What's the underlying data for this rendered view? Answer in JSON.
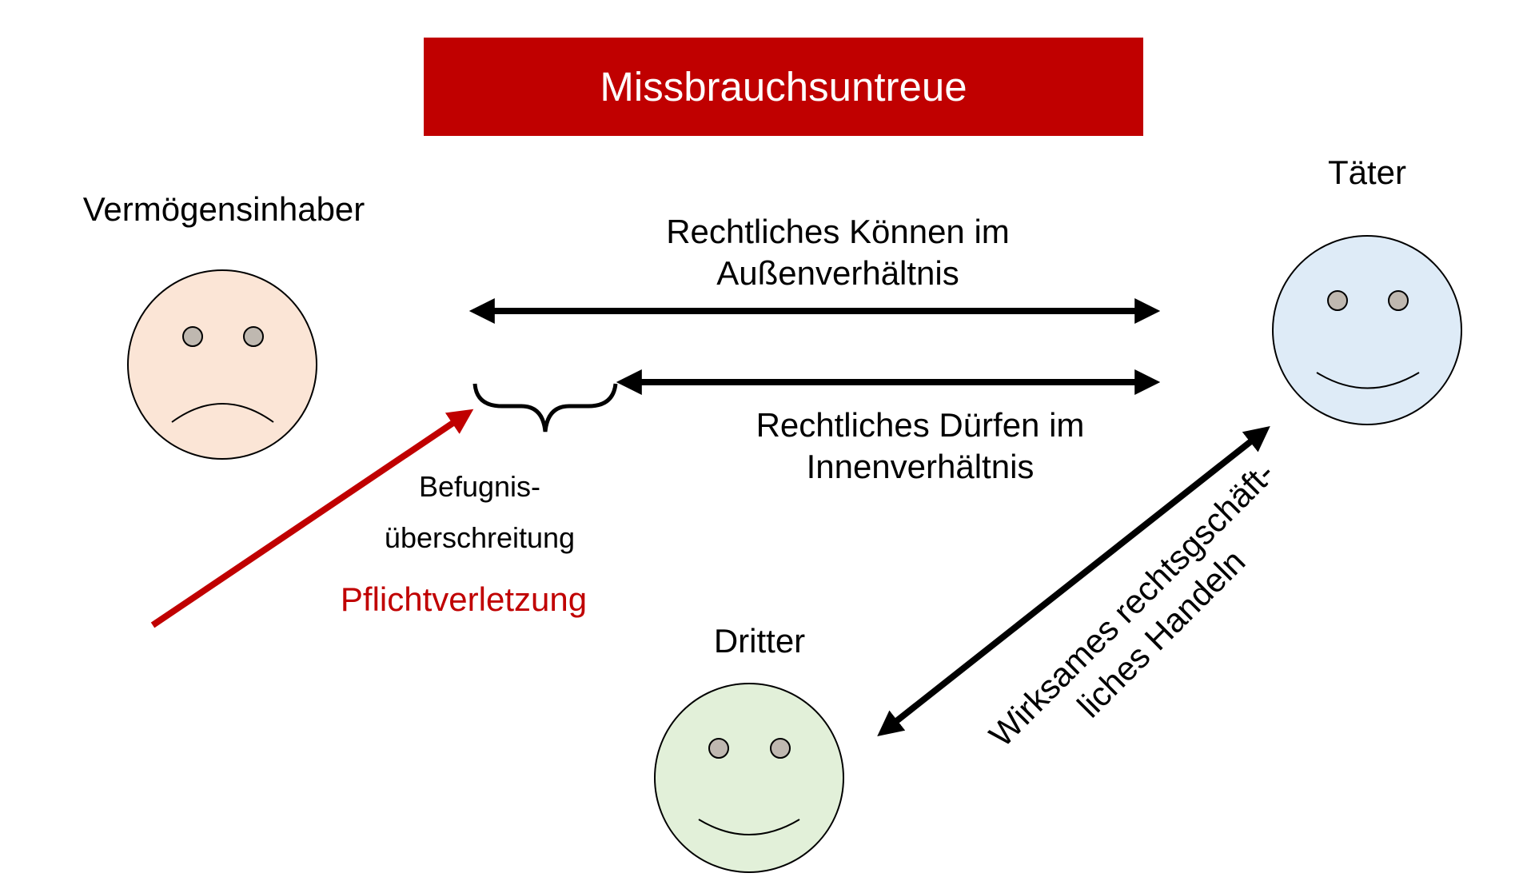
{
  "title": "Missbrauchsuntreue",
  "actors": {
    "owner": "Vermögensinhaber",
    "perpetrator": "Täter",
    "third_party": "Dritter"
  },
  "relations": {
    "external_line1": "Rechtliches Können im",
    "external_line2": "Außenverhältnis",
    "internal_line1": "Rechtliches Dürfen im",
    "internal_line2": "Innenverhältnis",
    "excess_line1": "Befugnis-",
    "excess_line2": "überschreitung",
    "breach": "Pflichtverletzung",
    "action_line1": "Wirksames rechtsgschäft-",
    "action_line2": "liches Handeln"
  },
  "colors": {
    "title_bg": "#c00000",
    "breach": "#c00000",
    "owner_face": "#fbe5d6",
    "perpetrator_face": "#deebf7",
    "third_party_face": "#e2f0d9",
    "eye": "#bfb8b0"
  },
  "icons": {
    "owner": "sad-face-icon",
    "perpetrator": "happy-face-icon",
    "third_party": "happy-face-icon"
  }
}
